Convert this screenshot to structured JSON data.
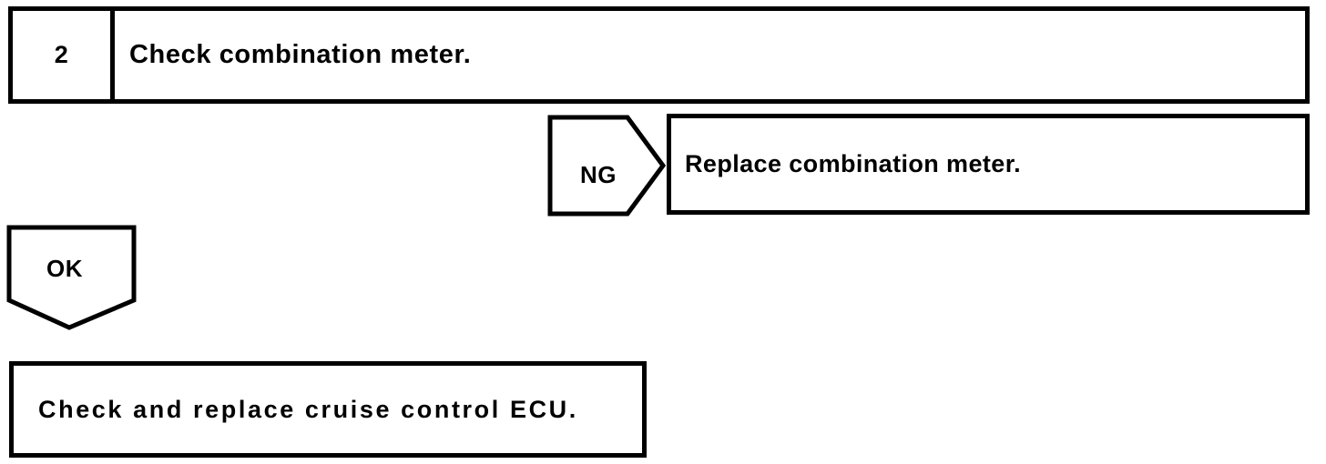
{
  "document": {
    "type": "troubleshooting-flowchart",
    "line_color": "#000000",
    "background_color": "#ffffff",
    "text_color": "#000000"
  },
  "steps": [
    {
      "number": "2",
      "instruction": "Check combination meter."
    }
  ],
  "judgements": [
    {
      "id": "ng",
      "label": "NG",
      "direction": "right",
      "leads_to": "Replace combination meter."
    },
    {
      "id": "ok",
      "label": "OK",
      "direction": "down",
      "leads_to": "Check and replace cruise control ECU."
    }
  ],
  "results": [
    {
      "id": "replace-meter",
      "text": "Replace combination meter."
    },
    {
      "id": "check-ecu",
      "text": "Check and replace cruise control ECU."
    }
  ]
}
